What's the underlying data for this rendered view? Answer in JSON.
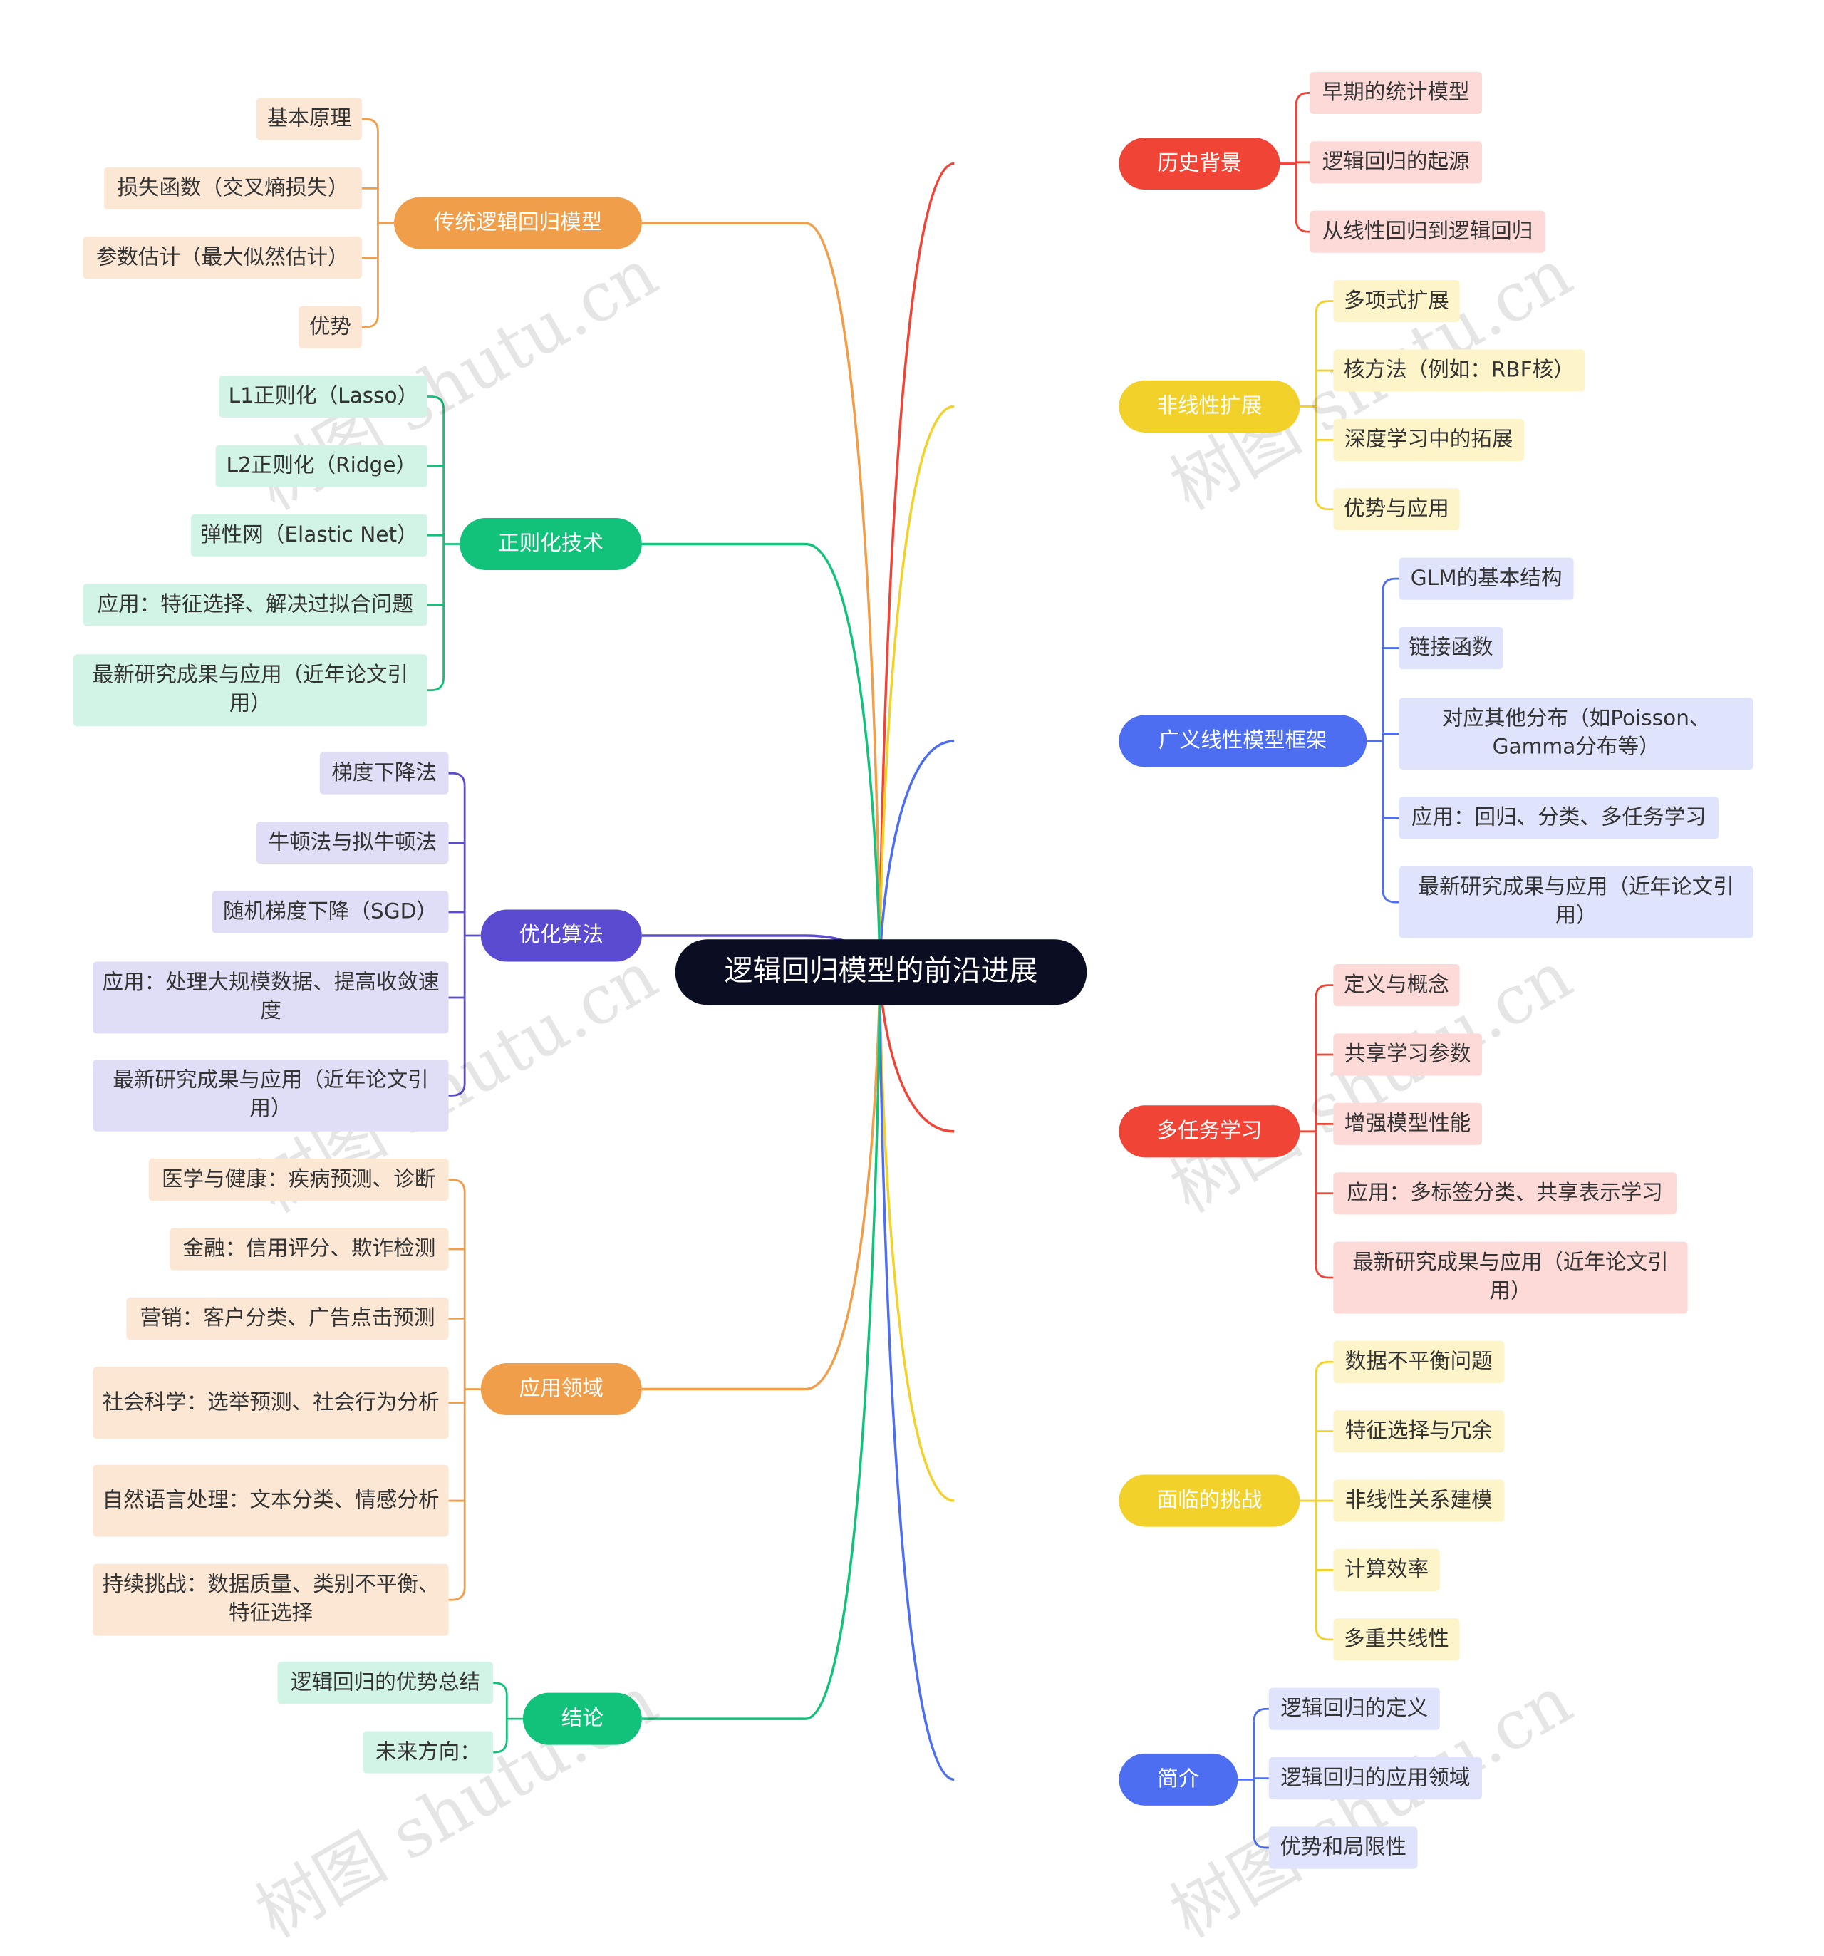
{
  "center": "逻辑回归模型的前沿进展",
  "watermark": "树图 shutu.cn",
  "colors": {
    "red": "#f04437",
    "yellow": "#f2d12a",
    "blue": "#4e6ef2",
    "orange": "#f19e4a",
    "green": "#13c27a",
    "purple": "#5a4bd1",
    "leaf_red": "#fdd9d7",
    "leaf_yellow": "#fdf4c9",
    "leaf_blue": "#dfe4fc",
    "leaf_orange": "#fce7d5",
    "leaf_green": "#d2f4e6",
    "leaf_purple": "#e0def6"
  },
  "branches": [
    {
      "label": "历史背景",
      "color": "red",
      "children": [
        "早期的统计模型",
        "逻辑回归的起源",
        "从线性回归到逻辑回归"
      ]
    },
    {
      "label": "非线性扩展",
      "color": "yellow",
      "children": [
        "多项式扩展",
        "核方法（例如：RBF核）",
        "深度学习中的拓展",
        "优势与应用"
      ]
    },
    {
      "label": "广义线性模型框架",
      "color": "blue",
      "children": [
        "GLM的基本结构",
        "链接函数",
        "对应其他分布（如Poisson、Gamma分布等）",
        "应用：回归、分类、多任务学习",
        "最新研究成果与应用（近年论文引用）"
      ]
    },
    {
      "label": "多任务学习",
      "color": "red",
      "children": [
        "定义与概念",
        "共享学习参数",
        "增强模型性能",
        "应用：多标签分类、共享表示学习",
        "最新研究成果与应用（近年论文引用）"
      ]
    },
    {
      "label": "面临的挑战",
      "color": "yellow",
      "children": [
        "数据不平衡问题",
        "特征选择与冗余",
        "非线性关系建模",
        "计算效率",
        "多重共线性"
      ]
    },
    {
      "label": "简介",
      "color": "blue",
      "children": [
        "逻辑回归的定义",
        "逻辑回归的应用领域",
        "优势和局限性"
      ]
    },
    {
      "label": "传统逻辑回归模型",
      "color": "orange",
      "children": [
        "基本原理",
        "损失函数（交叉熵损失）",
        "参数估计（最大似然估计）",
        "优势"
      ]
    },
    {
      "label": "正则化技术",
      "color": "green",
      "children": [
        "L1正则化（Lasso）",
        "L2正则化（Ridge）",
        "弹性网（Elastic Net）",
        "应用：特征选择、解决过拟合问题",
        "最新研究成果与应用（近年论文引用）"
      ]
    },
    {
      "label": "优化算法",
      "color": "purple",
      "children": [
        "梯度下降法",
        "牛顿法与拟牛顿法",
        "随机梯度下降（SGD）",
        "应用：处理大规模数据、提高收敛速度",
        "最新研究成果与应用（近年论文引用）"
      ]
    },
    {
      "label": "应用领域",
      "color": "orange",
      "children": [
        "医学与健康：疾病预测、诊断",
        "金融：信用评分、欺诈检测",
        "营销：客户分类、广告点击预测",
        "社会科学：选举预测、社会行为分析",
        "自然语言处理：文本分类、情感分析",
        "持续挑战：数据质量、类别不平衡、特征选择"
      ]
    },
    {
      "label": "结论",
      "color": "green",
      "children": [
        "逻辑回归的优势总结",
        "未来方向："
      ]
    }
  ]
}
